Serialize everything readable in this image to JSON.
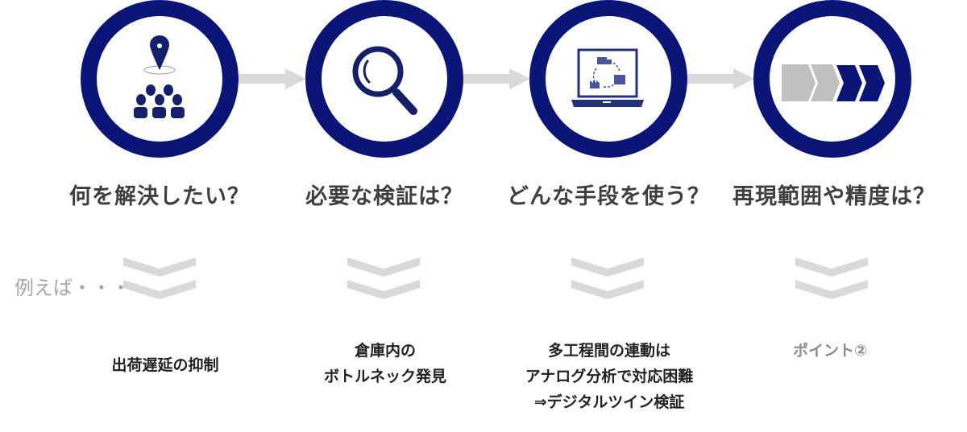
{
  "colors": {
    "ring": "#0b1577",
    "arrow": "#d9d9d9",
    "chevron": "#d9d9d9",
    "title": "#3f3f3f"
  },
  "steps": [
    {
      "icon": "location-people-icon",
      "title": "何を解決したい？",
      "example_lines": [
        "出荷遅延の抑制"
      ]
    },
    {
      "icon": "magnifier-icon",
      "title": "必要な検証は？",
      "example_lines": [
        "倉庫内の",
        "ボトルネック発見"
      ]
    },
    {
      "icon": "laptop-logistics-icon",
      "title": "どんな手段を使う？",
      "example_lines": [
        "多工程間の連動は",
        "アナログ分析で対応困難",
        "⇒デジタルツイン検証"
      ]
    },
    {
      "icon": "progress-chevrons-icon",
      "title": "再現範囲や精度は？",
      "example_lines": [
        "ポイント②"
      ]
    }
  ],
  "example_label": "例えば・・・"
}
